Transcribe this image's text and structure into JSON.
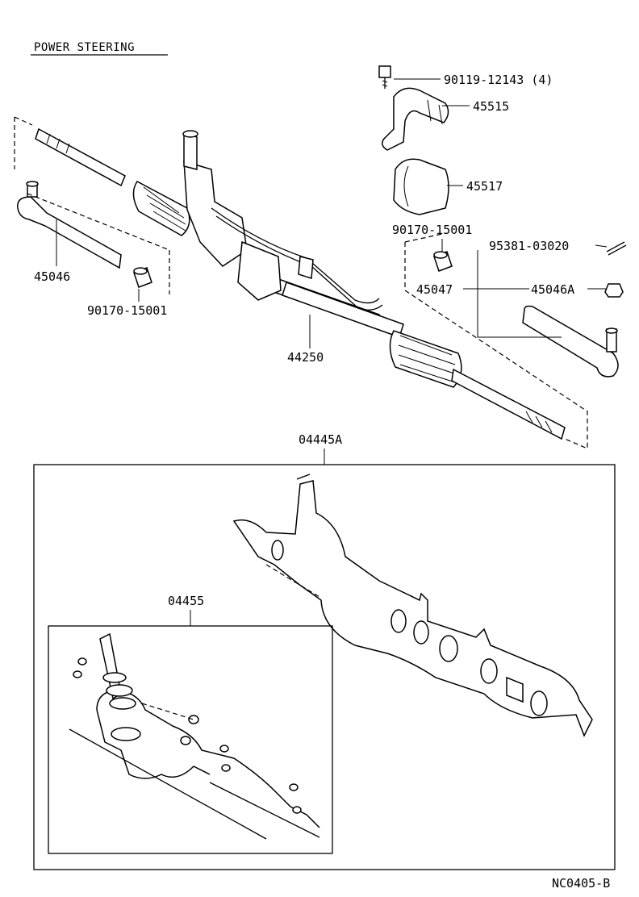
{
  "title": "POWER STEERING",
  "diagram_code": "NC0405-B",
  "labels": {
    "bolt": "90119-12143 (4)",
    "bracket": "45515",
    "bushing": "45517",
    "nut_right": "90170-15001",
    "cotter_pin": "95381-03020",
    "tie_rod_end_left": "45046",
    "nut_left": "90170-15001",
    "steering_rack": "44250",
    "tie_rod_end_sub": "45047",
    "tie_rod_end_right": "45046A",
    "gasket_kit": "04445A",
    "seal_kit": "04455"
  }
}
